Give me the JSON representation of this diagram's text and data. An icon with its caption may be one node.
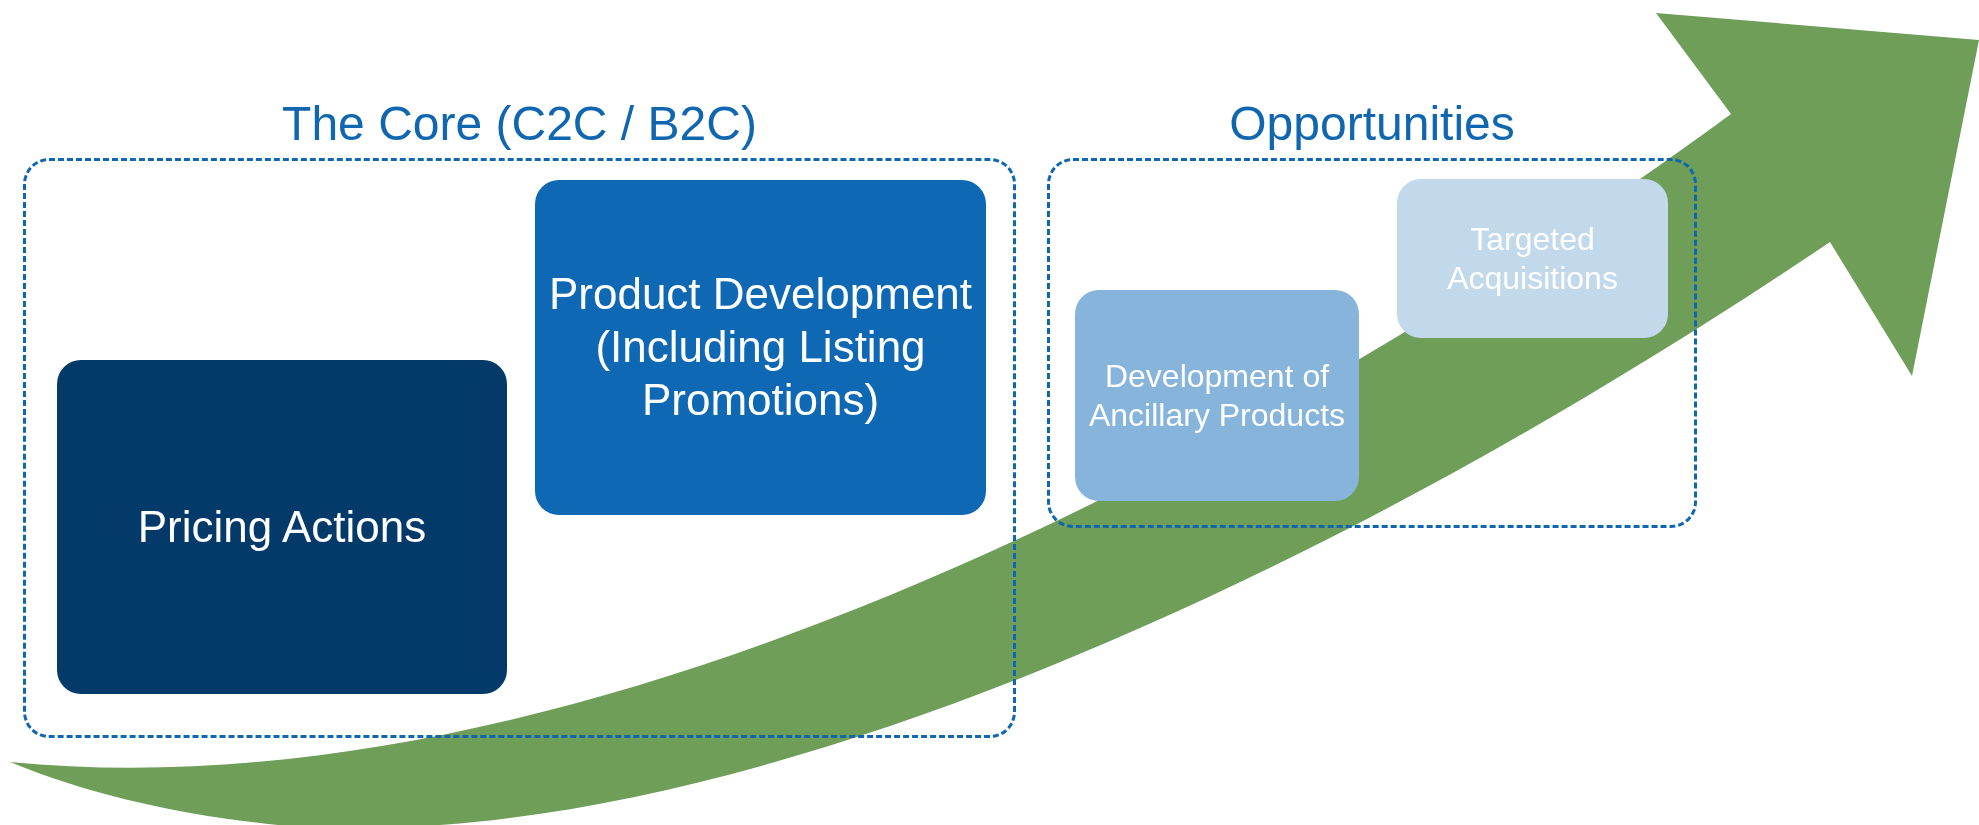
{
  "diagram": {
    "nodes": [
      {
        "text": [
          "The Core (C2C / B2C)"
        ]
      },
      {
        "text": [
          "Pricing Actions"
        ],
        "in": 0
      },
      {
        "text": [
          "Product Development (Including Listing Promotions)"
        ],
        "in": 0
      },
      {
        "text": [
          "Opportunities"
        ]
      },
      {
        "text": [
          "Development of Ancillary Products"
        ],
        "in": 3
      },
      {
        "text": [
          "Targeted Acquisitions"
        ],
        "in": 3
      }
    ]
  }
}
